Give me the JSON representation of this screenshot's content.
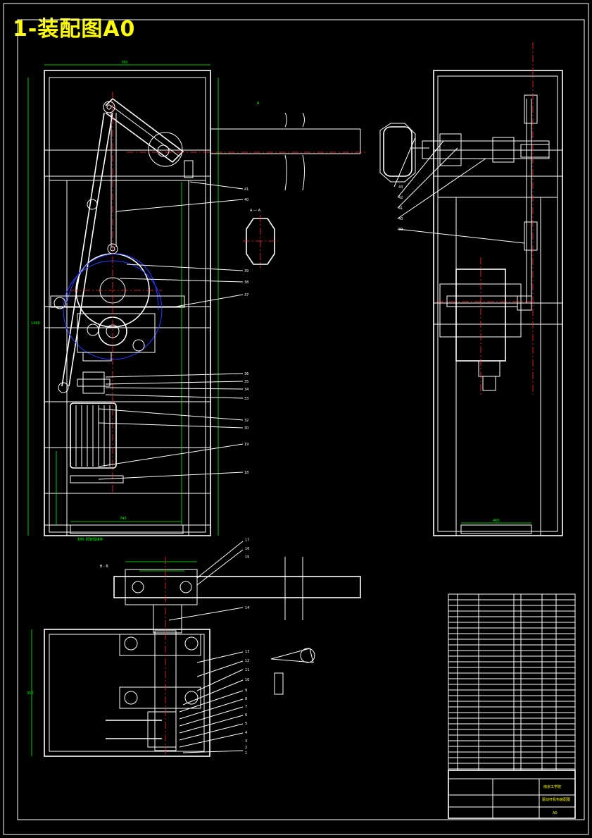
{
  "title": "1-装配图A0",
  "views": {
    "section_aa_label": "A — A",
    "section_bb_label": "B - B",
    "leader_numbers_front": [
      "41",
      "40",
      "39",
      "38",
      "37",
      "36",
      "35",
      "34",
      "33",
      "32",
      "30",
      "19",
      "18"
    ],
    "leader_numbers_side": [
      "43",
      "42",
      "41",
      "40",
      "39"
    ],
    "leader_numbers_bottom": [
      "17",
      "16",
      "15",
      "14",
      "13",
      "12",
      "11",
      "10",
      "9",
      "8",
      "7",
      "6",
      "5",
      "4",
      "3",
      "2",
      "1"
    ]
  },
  "title_block": {
    "company": "南京工学院",
    "drawing_name": "驱动杆机构装配图",
    "number": "A0"
  },
  "colors": {
    "background": "#000000",
    "outline": "#ffffff",
    "dimension": "#00ff00",
    "centerline": "#ff3030",
    "motion_path": "#2a3cff",
    "title": "#ffff00"
  }
}
